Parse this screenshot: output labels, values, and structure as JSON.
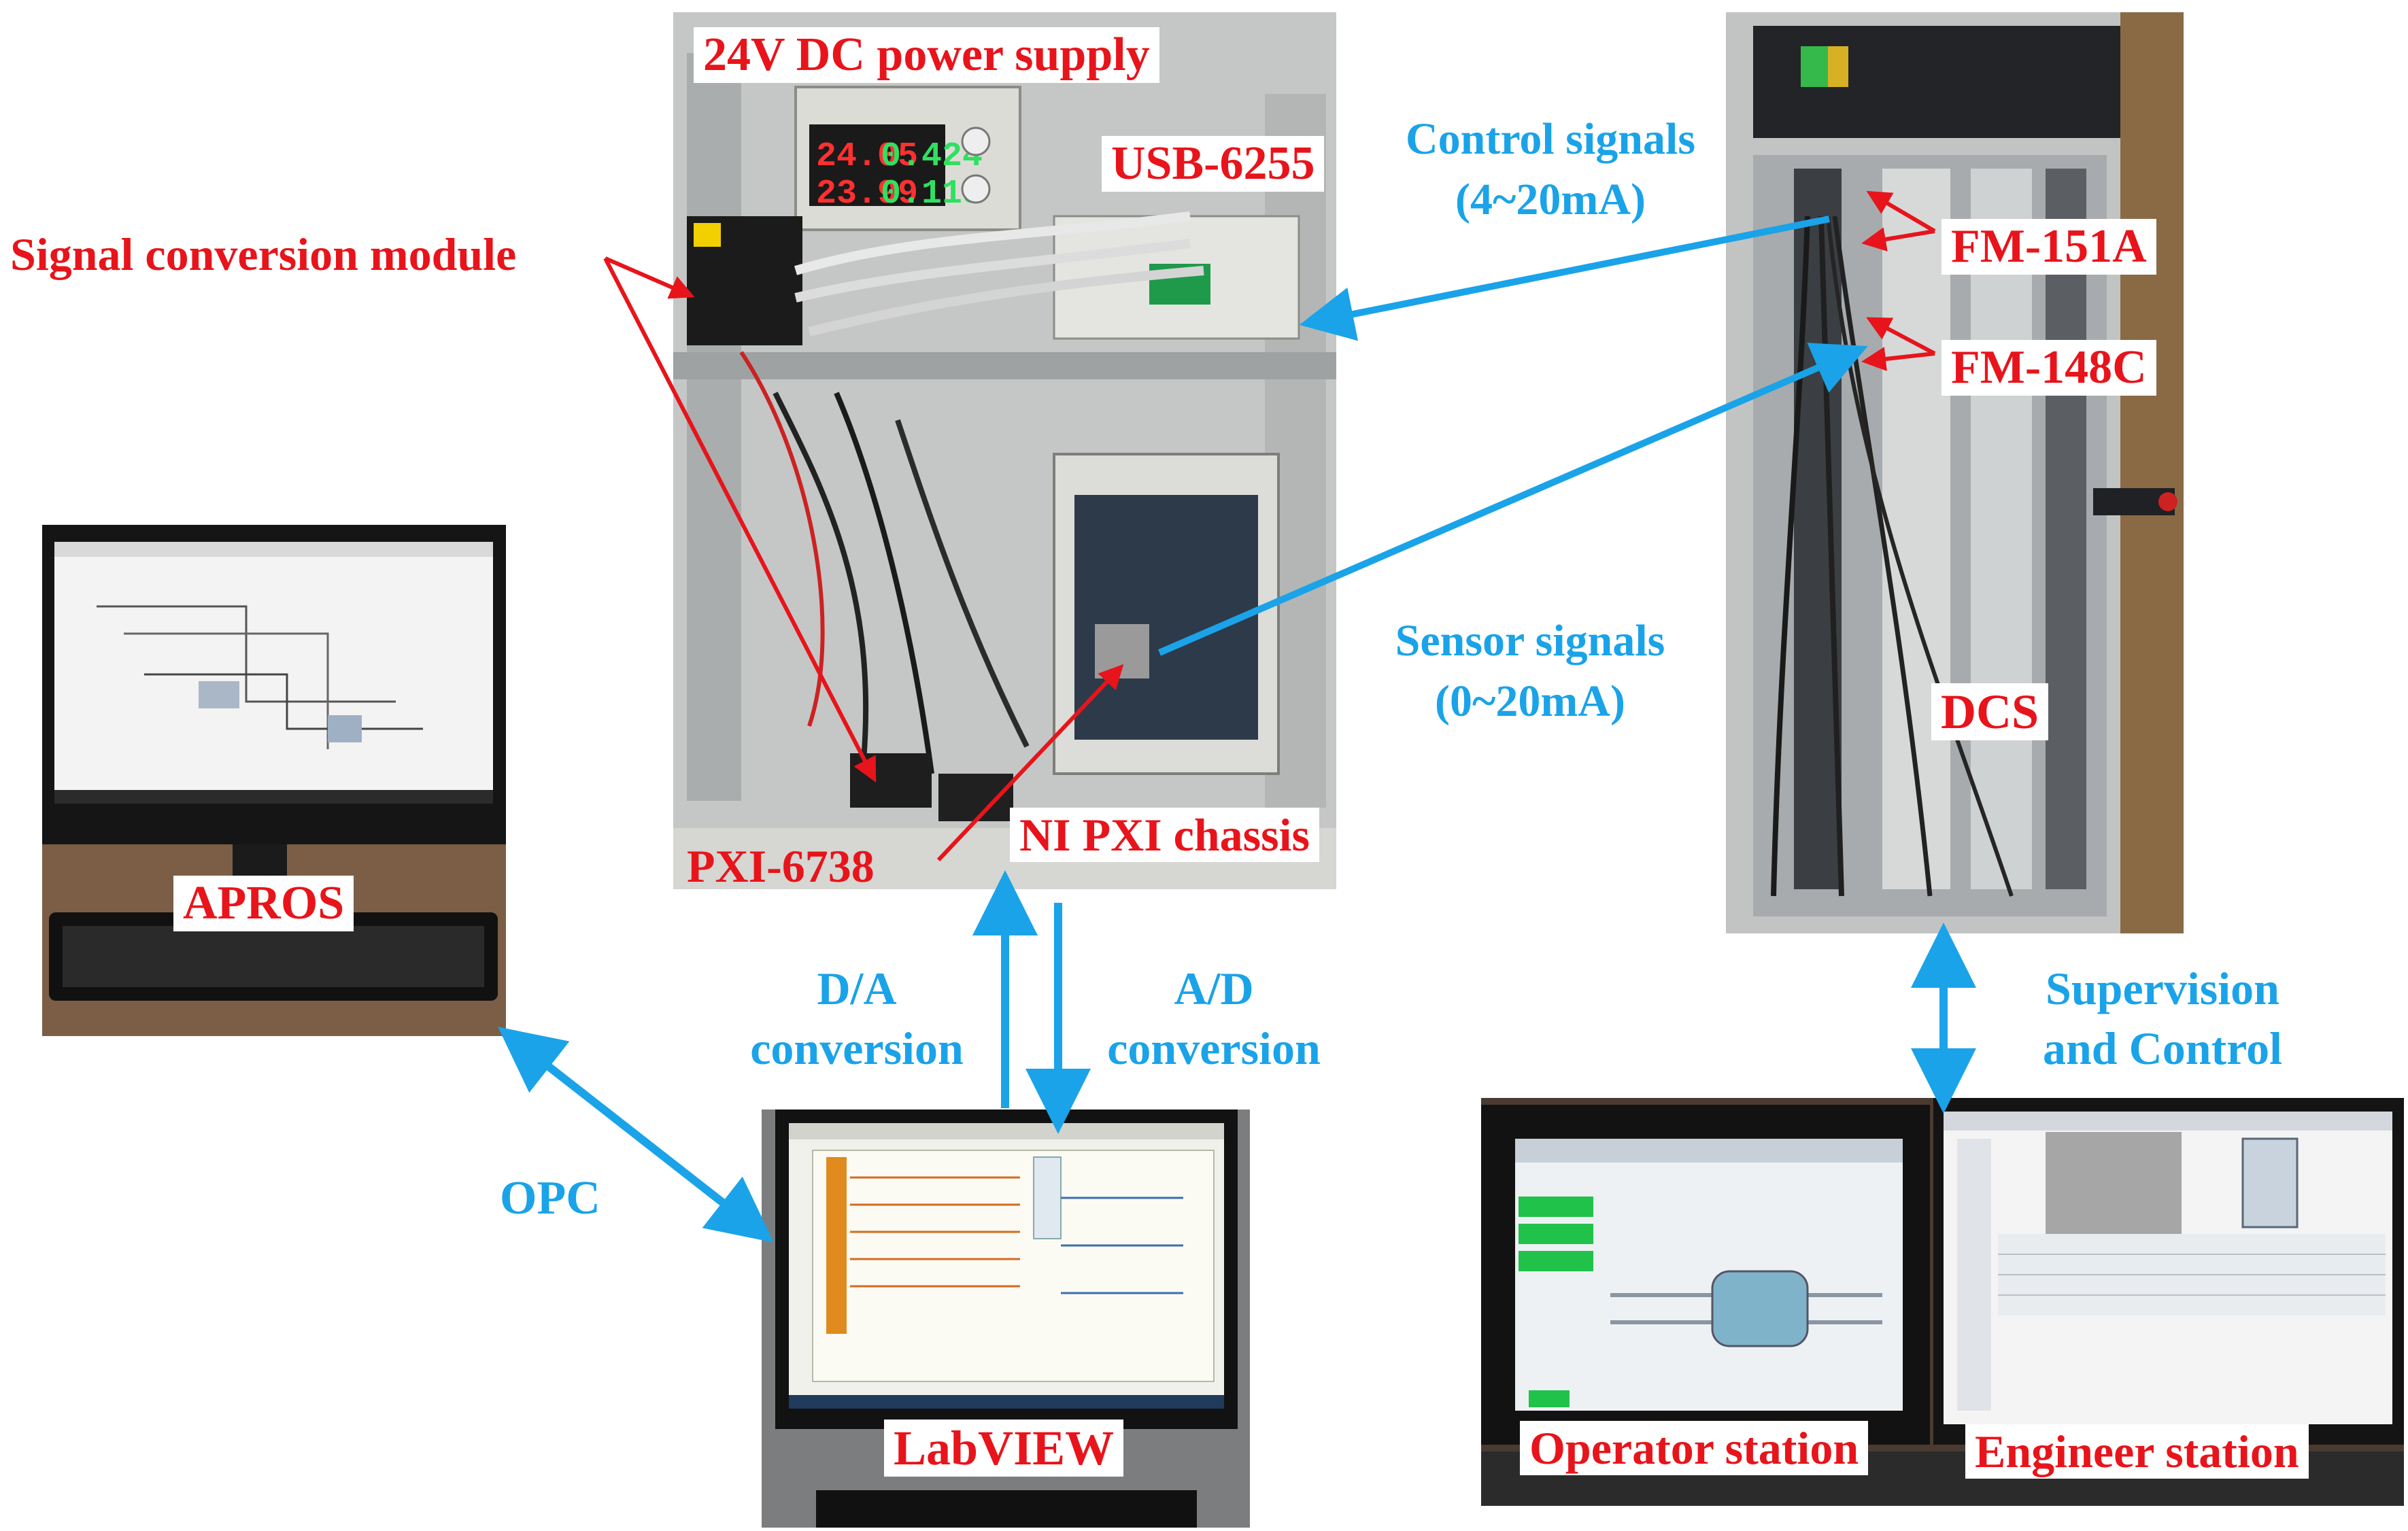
{
  "labels": {
    "power_supply": "24V DC power supply",
    "usb": "USB-6255",
    "signal_module": "Signal conversion module",
    "pxi6738": "PXI-6738",
    "ni_pxi": "NI PXI chassis",
    "apros": "APROS",
    "labview": "LabVIEW",
    "dcs": "DCS",
    "fm151": "FM-151A",
    "fm148": "FM-148C",
    "operator": "Operator station",
    "engineer": "Engineer station"
  },
  "connections": {
    "control_l1": "Control signals",
    "control_l2": "(4~20mA)",
    "sensor_l1": "Sensor signals",
    "sensor_l2": "(0~20mA)",
    "da_l1": "D/A",
    "da_l2": "conversion",
    "ad_l1": "A/D",
    "ad_l2": "conversion",
    "opc": "OPC",
    "sup_l1": "Supervision",
    "sup_l2": "and Control"
  },
  "psu_display": {
    "v1": "24.05",
    "a1": "0.424",
    "v2": "23.99",
    "a2": "0.118"
  },
  "colors": {
    "label_red": "#e8141b",
    "arrow_blue": "#1aa3e8",
    "pointer_red": "#e8141b"
  }
}
